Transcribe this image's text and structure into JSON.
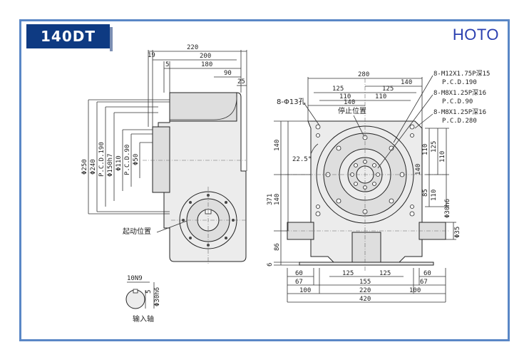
{
  "header": {
    "model": "140DT",
    "brand": "HOTO"
  },
  "side_view": {
    "dims_top": [
      "220",
      "19",
      "200",
      "5",
      "180",
      "90",
      "25"
    ],
    "dims_left": [
      "Φ250",
      "Φ240",
      "P.C.D.190",
      "Φ150h7",
      "Φ110",
      "P.C.D.90",
      "Φ50"
    ],
    "start_label": "起动位置"
  },
  "shaft_detail": {
    "key": "10N9",
    "dim_5": "5",
    "diameter": "Φ30h6",
    "label": "输入轴"
  },
  "front_view": {
    "callouts": [
      "8-M12X1.75P深15",
      "P.C.D.190",
      "8-M8X1.25P深16",
      "P.C.D.90",
      "8-M8X1.25P深16",
      "P.C.D.280"
    ],
    "top_dims": [
      "280",
      "140",
      "125",
      "125",
      "140",
      "110",
      "110"
    ],
    "hole_label": "8-Φ13孔",
    "stop_label": "停止位置",
    "angle": "22.5°",
    "left_dims": [
      "140",
      "371",
      "140",
      "86",
      "6"
    ],
    "right_dims": [
      "110",
      "125",
      "140",
      "110",
      "85",
      "110",
      "Φ30h6",
      "Φ35"
    ],
    "bottom_dims": [
      "60",
      "125",
      "125",
      "60",
      "67",
      "155",
      "67",
      "100",
      "220",
      "100",
      "420"
    ]
  }
}
